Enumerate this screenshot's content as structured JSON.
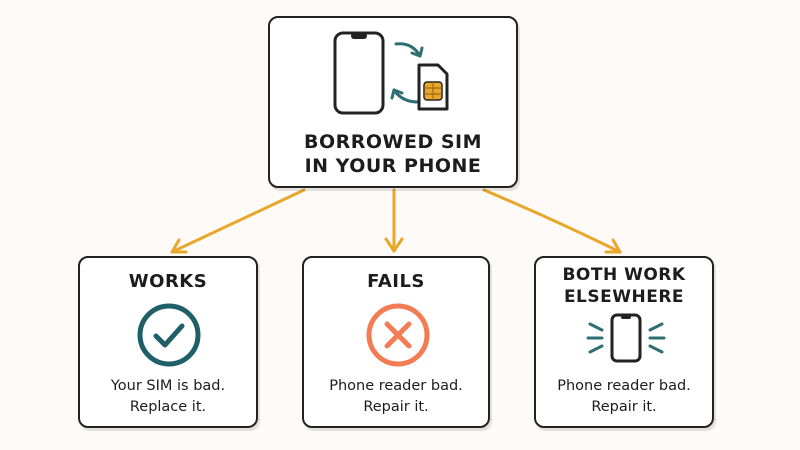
{
  "colors": {
    "background": "#fdfaf8",
    "border": "#222222",
    "arrow": "#e8a72a",
    "check": "#1f5f68",
    "cross": "#f27d55",
    "teal": "#2f6f73",
    "sim_chip": "#e8a72a"
  },
  "top": {
    "title_line1": "BORROWED SIM",
    "title_line2": "IN YOUR PHONE",
    "icons": [
      "phone-icon",
      "swap-arrows-icon",
      "sim-card-icon"
    ]
  },
  "outcomes": [
    {
      "title": "WORKS",
      "icon": "check-circle-icon",
      "line1": "Your SIM is bad.",
      "line2": "Replace it."
    },
    {
      "title": "FAILS",
      "icon": "x-circle-icon",
      "line1": "Phone reader bad.",
      "line2": "Repair it."
    },
    {
      "title_line1": "BOTH WORK",
      "title_line2": "ELSEWHERE",
      "icon": "phone-vibrating-icon",
      "line1": "Phone reader bad.",
      "line2": "Repair it."
    }
  ]
}
